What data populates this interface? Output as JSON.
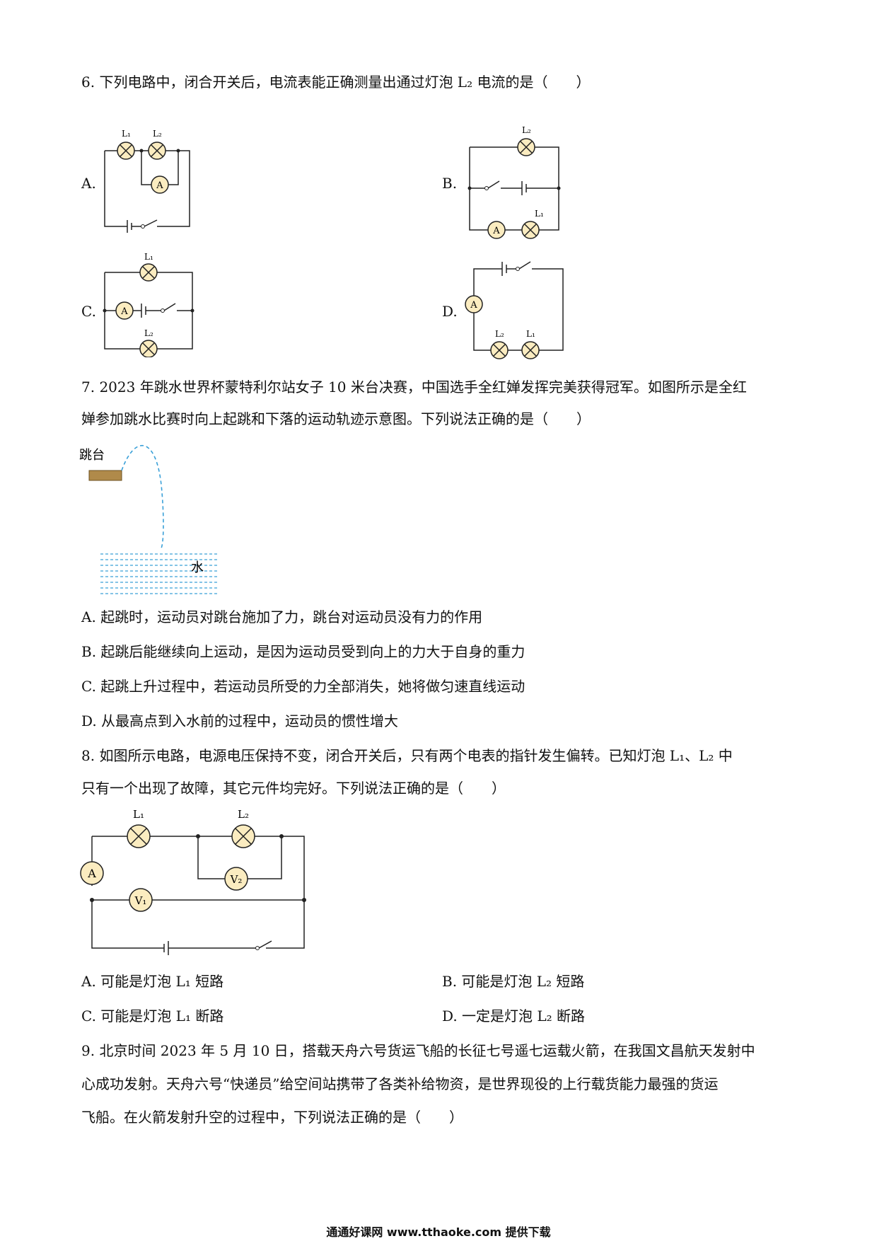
{
  "q6": {
    "stem": "6. 下列电路中，闭合开关后，电流表能正确测量出通过灯泡 L₂ 电流的是（　　）",
    "options": {
      "a": "A.",
      "b": "B.",
      "c": "C.",
      "d": "D."
    }
  },
  "q7": {
    "stem_line1": "7. 2023 年跳水世界杯蒙特利尔站女子 10 米台决赛，中国选手全红婵发挥完美获得冠军。如图所示是全红",
    "stem_line2": "婵参加跳水比赛时向上起跳和下落的运动轨迹示意图。下列说法正确的是（　　）",
    "fig_label_platform": "跳台",
    "fig_label_water": "水",
    "options": [
      "A. 起跳时，运动员对跳台施加了力，跳台对运动员没有力的作用",
      "B. 起跳后能继续向上运动，是因为运动员受到向上的力大于自身的重力",
      "C. 起跳上升过程中，若运动员所受的力全部消失，她将做匀速直线运动",
      "D. 从最高点到入水前的过程中，运动员的惯性增大"
    ]
  },
  "q8": {
    "stem_line1": "8. 如图所示电路，电源电压保持不变，闭合开关后，只有两个电表的指针发生偏转。已知灯泡 L₁、L₂ 中",
    "stem_line2": "只有一个出现了故障，其它元件均完好。下列说法正确的是（　　）",
    "options": [
      "A. 可能是灯泡 L₁ 短路",
      "B. 可能是灯泡 L₂ 短路",
      "C. 可能是灯泡 L₁ 断路",
      "D. 一定是灯泡 L₂ 断路"
    ]
  },
  "q9": {
    "stem_line1": "9. 北京时间 2023 年 5 月 10 日，搭载天舟六号货运飞船的长征七号遥七运载火箭，在我国文昌航天发射中",
    "stem_line2": "心成功发射。天舟六号“快递员”给空间站携带了各类补给物资，是世界现役的上行载货能力最强的货运",
    "stem_line3": "飞船。在火箭发射升空的过程中，下列说法正确的是（　　）"
  },
  "symbols": {
    "ammeter": "A",
    "v1": "V₁",
    "v2": "V₂",
    "l1": "L₁",
    "l2": "L₂"
  },
  "footer": "通通好课网 www.tthaoke.com 提供下载",
  "colors": {
    "lamp_fill": "#fbecc0",
    "water": "#3aa0d8",
    "platform": "#b08a4a"
  }
}
